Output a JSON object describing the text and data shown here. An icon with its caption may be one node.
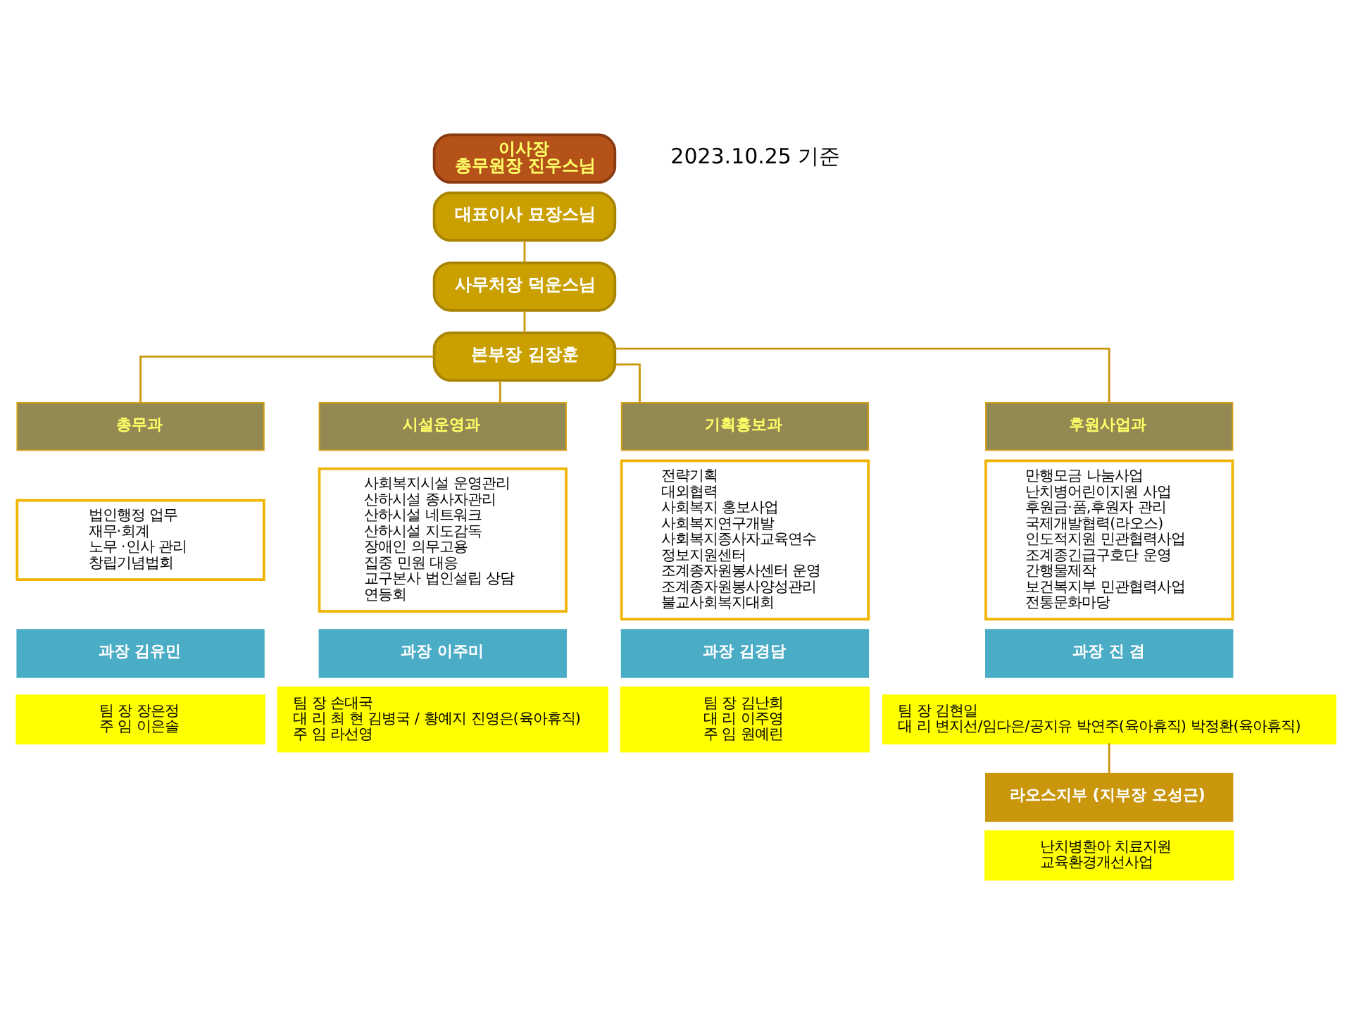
{
  "diagram": {
    "nodes": [
      {
        "text": [
          "이사장",
          "총무원장 진우스님"
        ]
      },
      {
        "text": [
          "대표이사 묘장스님"
        ]
      },
      {
        "text": [
          "사무처장 덕운스님"
        ]
      },
      {
        "text": [
          "본부장 김장훈"
        ]
      },
      {
        "text": [
          "총무과"
        ]
      },
      {
        "text": [
          "법인행정 업무",
          "재무·회계",
          "노무 ·인사 관리",
          "창립기념법회"
        ]
      },
      {
        "text": [
          "과장 김유민"
        ]
      },
      {
        "text": [
          "팀 장 장은정",
          "주 임 이은솔"
        ]
      },
      {
        "text": [
          "시설운영과"
        ]
      },
      {
        "text": [
          "사회복지시설 운영관리",
          "산하시설 종사자관리",
          "산하시설 네트워크",
          "산하시설 지도감독",
          "장애인 의무고용",
          "집중 민원 대응",
          "교구본사 법인설립 상담",
          "연등회"
        ]
      },
      {
        "text": [
          "과장 이주미"
        ]
      },
      {
        "text": [
          "팀 장 손대국",
          "대 리 최 현 김병국 / 황예지 진영은(육아휴직)",
          "주 임 라선영"
        ]
      },
      {
        "text": [
          "기획홍보과"
        ]
      },
      {
        "text": [
          "전략기획",
          "대외협력",
          "사회복지 홍보사업",
          "사회복지연구개발",
          "사회복지종사자교육연수",
          "정보지원센터",
          "조계종자원봉사센터 운영",
          "조계종자원봉사양성관리",
          "불교사회복지대회"
        ]
      },
      {
        "text": [
          "과장 김경담"
        ]
      },
      {
        "text": [
          "팀 장 김난희",
          "대 리 이주영",
          "주 임 원예린"
        ]
      },
      {
        "text": [
          "후원사업과"
        ]
      },
      {
        "text": [
          "만행모금 나눔사업",
          "난치병어린이지원 사업",
          "후원금·품,후원자 관리",
          "국제개발협력(라오스)",
          "인도적지원 민관협력사업",
          "조계종긴급구호단 운영",
          "간행물제작",
          "보건복지부 민관협력사업",
          "전통문화마당"
        ]
      },
      {
        "text": [
          "과장 진 겸"
        ]
      },
      {
        "text": [
          "팀 장 김현일",
          "대 리 변지선/임다은/공지유 박연주(육아휴직) 박정환(육아휴직)"
        ]
      },
      {
        "text": [
          "라오스지부 (지부장 오성근)"
        ]
      },
      {
        "text": [
          "난치병환아 치료지원",
          "교육환경개선사업"
        ]
      }
    ],
    "edges": [
      {
        "from": 1,
        "to": 2,
        "arrow": "none"
      },
      {
        "from": 2,
        "to": 3,
        "arrow": "none"
      },
      {
        "from": 3,
        "to": 4,
        "arrow": "none"
      },
      {
        "from": 3,
        "to": 8,
        "arrow": "none"
      },
      {
        "from": 3,
        "to": 12,
        "arrow": "none"
      },
      {
        "from": 3,
        "to": 16,
        "arrow": "none"
      },
      {
        "from": 19,
        "to": 20,
        "arrow": "none"
      }
    ],
    "labels": [
      "2023.10.25 기준"
    ]
  }
}
